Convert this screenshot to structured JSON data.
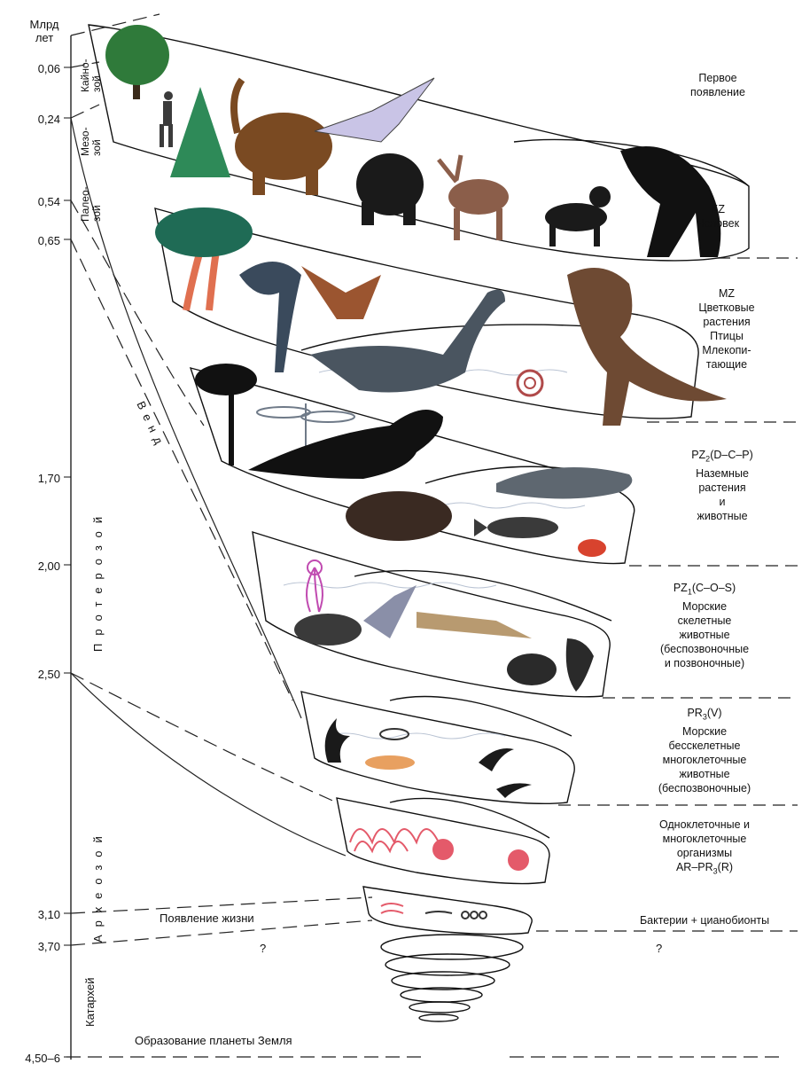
{
  "time_axis": {
    "unit_label": "Млрд\nлет",
    "ticks": [
      "0,06",
      "0,24",
      "0,54",
      "0,65",
      "1,70",
      "2,00",
      "2,50",
      "3,10",
      "3,70",
      "4,50–6"
    ]
  },
  "vertical_labels": {
    "kaino": "Кайно-\nзой",
    "mezo": "Мезо-\nзой",
    "paleo": "Палео-\nзой",
    "proterozoi": "Протерозой",
    "arkheozoi": "Археозой",
    "katarkhei": "Катархей",
    "vend": "Венд"
  },
  "inner_labels": {
    "life_appears": "Появление жизни",
    "planet_formed": "Образование планеты Земля",
    "unknown_left": "?",
    "unknown_right": "?"
  },
  "right_labels": {
    "first_appearance": "Первое\nпоявление",
    "kz": "KZ\nЧеловек",
    "mz": "MZ\nЦветковые\nрастения\nПтицы\nМлекопи-\nтающие",
    "pz2_code": "PZ",
    "pz2_sub": "2",
    "pz2_rest": "(D–C–P)",
    "pz2_text": "Наземные\nрастения\nи\nживотные",
    "pz1_code": "PZ",
    "pz1_sub": "1",
    "pz1_rest": "(C–O–S)",
    "pz1_text": "Морские\nскелетные\nживотные\n(беспозвоночные\nи позвоночные)",
    "pr3_code": "PR",
    "pr3_sub": "3",
    "pr3_rest": "(V)",
    "pr3_text": "Морские\nбесскелетные\nмногоклеточные\nживотные\n(беспозвоночные)",
    "ar_text": "Одноклеточные и\nмногоклеточные\nорганизмы",
    "ar_code": "AR–PR",
    "ar_sub": "3",
    "ar_rest": "(R)",
    "bacteria": "Бактерии + цианобионты"
  },
  "organisms": [
    {
      "name": "tree-icon",
      "color": "#2f7a3a"
    },
    {
      "name": "human-icon",
      "color": "#3b3b3b"
    },
    {
      "name": "fir-icon",
      "color": "#2e8a58"
    },
    {
      "name": "mammoth-icon",
      "color": "#7a4a22"
    },
    {
      "name": "pterosaur-icon",
      "color": "#c9c4e6"
    },
    {
      "name": "bear-icon",
      "color": "#1a1a1a"
    },
    {
      "name": "moose-icon",
      "color": "#8b5e4a"
    },
    {
      "name": "sabertooth-icon",
      "color": "#1a1a1a"
    },
    {
      "name": "giant-sloth-icon",
      "color": "#111111"
    },
    {
      "name": "palm-icon",
      "color": "#1f6b55"
    },
    {
      "name": "archaeopteryx-icon",
      "color": "#3a4a5c"
    },
    {
      "name": "pteranodon-icon",
      "color": "#9b5530"
    },
    {
      "name": "plesiosaur-icon",
      "color": "#4a5560"
    },
    {
      "name": "tyrannosaur-icon",
      "color": "#6e4a33"
    },
    {
      "name": "ammonite-icon",
      "color": "#b04a4a"
    },
    {
      "name": "fern-tree-icon",
      "color": "#111111"
    },
    {
      "name": "dragonfly-icon",
      "color": "#6f7a88"
    },
    {
      "name": "amphibian-icon",
      "color": "#111111"
    },
    {
      "name": "turtle-icon",
      "color": "#3a2a22"
    },
    {
      "name": "shark-icon",
      "color": "#5e6770"
    },
    {
      "name": "fish-icon",
      "color": "#3a3a3a"
    },
    {
      "name": "crab-icon",
      "color": "#d8432e"
    },
    {
      "name": "sea-lily-icon",
      "color": "#c04ab0"
    },
    {
      "name": "trilobite-icon",
      "color": "#3a3a3a"
    },
    {
      "name": "nautiloid-icon",
      "color": "#b89a70"
    },
    {
      "name": "seaweed-icon",
      "color": "#1a1a1a"
    },
    {
      "name": "medusa-icon",
      "color": "#e8a060"
    },
    {
      "name": "stromatolite-icon",
      "color": "#e45a6a"
    }
  ]
}
